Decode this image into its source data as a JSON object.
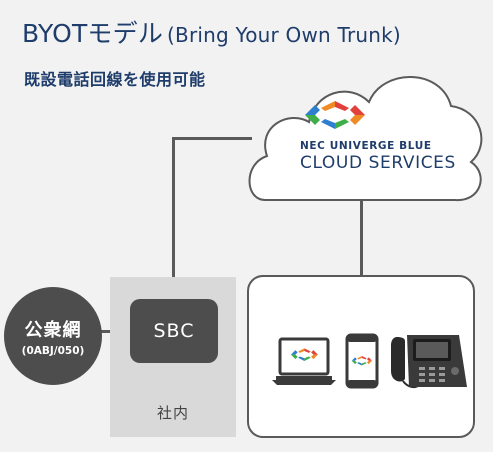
{
  "header": {
    "title": "BYOTモデル",
    "title_sub": "(Bring Your Own Trunk)",
    "subtitle": "既設電話回線を使用可能"
  },
  "cloud": {
    "brand_line1": "NEC UNIVERGE BLUE",
    "brand_line2": "CLOUD SERVICES"
  },
  "public_network": {
    "label": "公衆網",
    "number_types": "(0ABJ/050)"
  },
  "office": {
    "sbc_label": "SBC",
    "zone_label": "社内"
  },
  "devices": {
    "icons": [
      "laptop-icon",
      "smartphone-icon",
      "desk-phone-icon"
    ]
  },
  "colors": {
    "title": "#1f3d6b",
    "background": "#f2f2f2",
    "node_dark": "#4d4d4d",
    "office_zone": "#d9d9d9",
    "logo_blue": "#2f7fd1",
    "logo_green": "#3fae49",
    "logo_orange": "#f08a24",
    "logo_red": "#e2403a"
  }
}
